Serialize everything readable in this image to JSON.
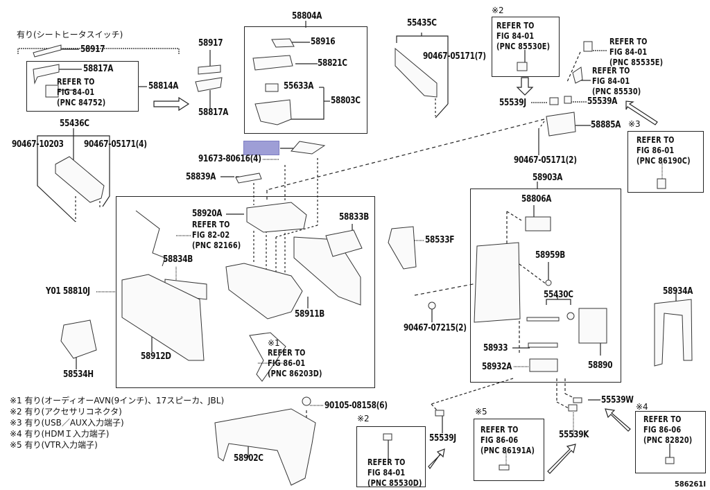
{
  "diagram": {
    "figure_id": "586261I",
    "watermark": "faint decorative emblem (background)",
    "highlight_color": "#9e9ed6",
    "groups": {
      "seat_heater_group_label": "有り(シートヒータスイッチ)",
      "box_58814A": "58814A",
      "box_58804A": "58804A",
      "box_58903A": "58903A",
      "box_58810J": "Y01 58810J"
    },
    "parts": {
      "p58917a": "58917",
      "p58817Aa": "58817A",
      "p58814A": "58814A",
      "p58917b": "58917",
      "p58817Ab": "58817A",
      "p58804A": "58804A",
      "p58916": "58916",
      "p58821C": "58821C",
      "p55633A": "55633A",
      "p58803C": "58803C",
      "p55435C": "55435C",
      "p90467_05171_7": "90467-05171(7)",
      "p55539Ja": "55539J",
      "p55539A": "55539A",
      "p58885A": "58885A",
      "p90467_05171_2": "90467-05171(2)",
      "p55436C": "55436C",
      "p90467_10203": "90467-10203",
      "p90467_05171_4": "90467-05171(4)",
      "p91673_80616_4": "91673-80616(4)",
      "p58839A": "58839A",
      "p58920A": "58920A",
      "p58833B": "58833B",
      "p58533F": "58533F",
      "p58903A": "58903A",
      "p58806A": "58806A",
      "p58959B": "58959B",
      "p55430C": "55430C",
      "p90467_07215_2": "90467-07215(2)",
      "p58933": "58933",
      "p58932A": "58932A",
      "p58890": "58890",
      "p58934A": "58934A",
      "p58834B": "58834B",
      "p58810J": "Y01 58810J",
      "p58911B": "58911B",
      "p58912D": "58912D",
      "p58534H": "58534H",
      "p90105_08158_6": "90105-08158(6)",
      "p58902C": "58902C",
      "p55539Jb": "55539J",
      "p55539K": "55539K",
      "p55539W": "55539W"
    },
    "references": {
      "r84752": "REFER TO\nFIG 84-01\n(PNC 84752)",
      "r85530E": "REFER TO\nFIG 84-01\n(PNC 85530E)",
      "r85535E": "REFER TO\nFIG 84-01\n(PNC 85535E)",
      "r85530": "REFER TO\nFIG 84-01\n(PNC 85530)",
      "r86190C": "REFER TO\nFIG 86-01\n(PNC 86190C)",
      "r82166": "REFER TO\nFIG 82-02\n(PNC 82166)",
      "r86203D": "REFER TO\nFIG 86-01\n(PNC 86203D)",
      "r85530D": "REFER TO\nFIG 84-01\n(PNC 85530D)",
      "r86191A": "REFER TO\nFIG 86-06\n(PNC 86191A)",
      "r82820": "REFER TO\nFIG 86-06\n(PNC 82820)"
    },
    "markers": {
      "m2_top": "※2",
      "m3": "※3",
      "m1": "※1",
      "m2_bottom": "※2",
      "m5": "※5",
      "m4": "※4"
    },
    "notes": [
      "※1 有り(オーディオーAVN(9インチ)、17スピーカ、JBL)",
      "※2  有り(アクセサリコネクタ)",
      "※3  有り(USB／AUX入力端子)",
      "※4  有り(HDMＩ入力端子)",
      "※5  有り(VTR入力端子)"
    ]
  }
}
